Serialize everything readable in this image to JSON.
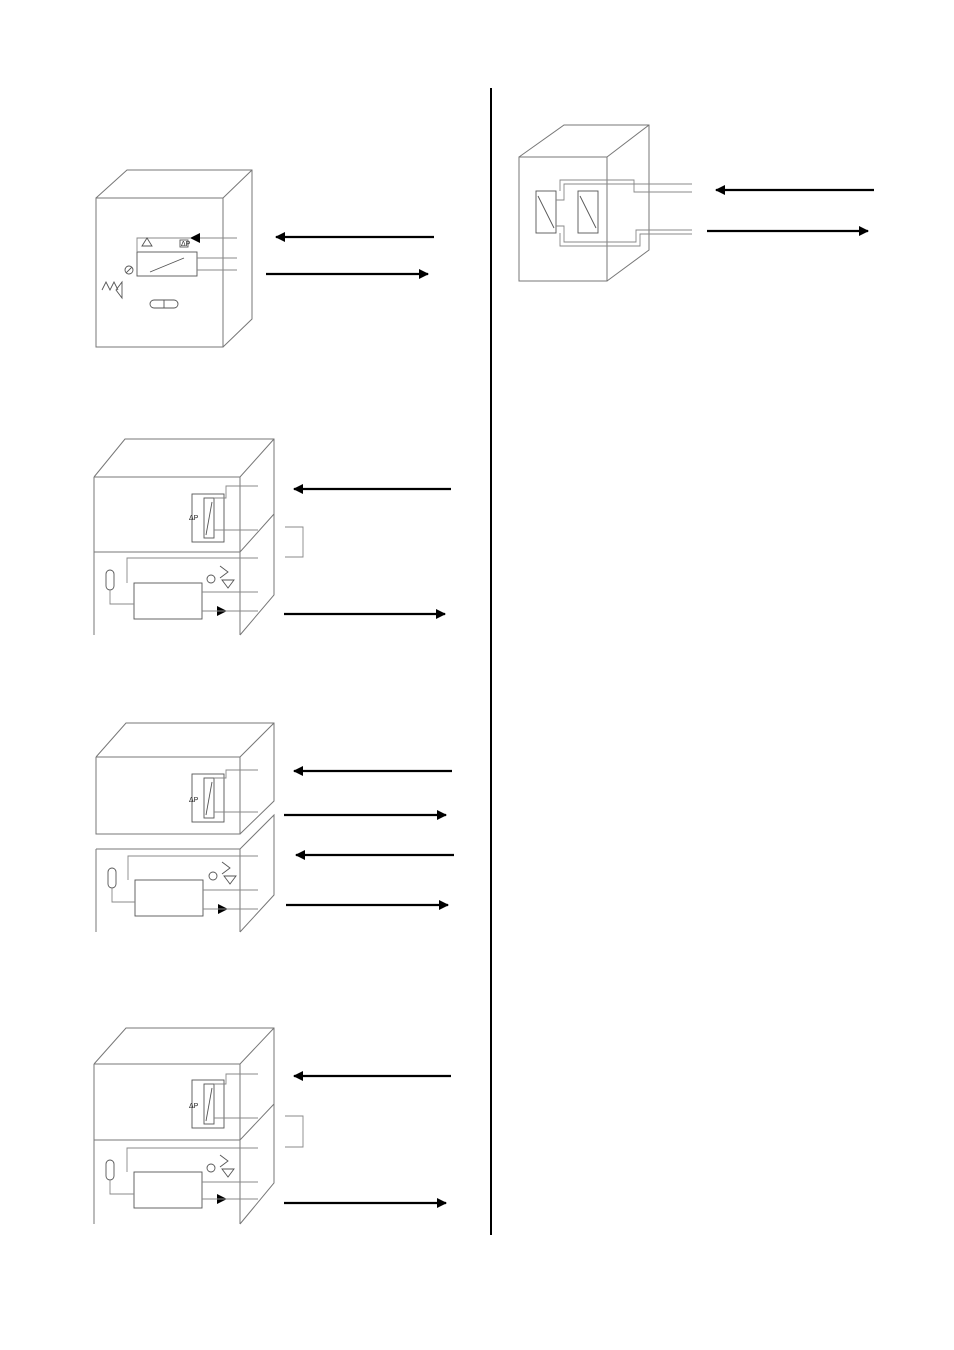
{
  "diagram": {
    "delta_p_label": "ΔP",
    "colors": {
      "arrow": "#000000",
      "box": "#777777",
      "pipe": "#888888",
      "divider": "#000000"
    },
    "figures": [
      {
        "id": "single-unit-filter",
        "arrows": [
          "in",
          "out"
        ]
      },
      {
        "id": "stacked-unit-loop",
        "arrows": [
          "in",
          "out"
        ]
      },
      {
        "id": "stacked-unit-separate",
        "arrows": [
          "in",
          "out",
          "in",
          "out"
        ]
      },
      {
        "id": "stacked-unit-loop-2",
        "arrows": [
          "in",
          "out"
        ]
      },
      {
        "id": "dual-filter-unit",
        "arrows": [
          "in",
          "out"
        ]
      }
    ]
  }
}
